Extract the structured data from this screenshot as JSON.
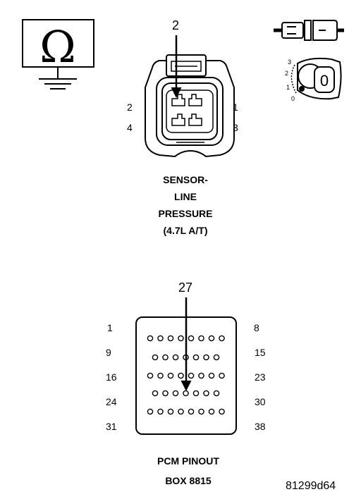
{
  "ohm_symbol": {
    "glyph": "Ω",
    "icon": "ohmmeter-ground-icon"
  },
  "ignition_icons": {
    "connector_icon": "disconnected-connector-icon",
    "key_icon": "ignition-key-off-icon",
    "key_positions": [
      "3",
      "2",
      "1",
      "0"
    ],
    "key_glyph": "0"
  },
  "sensor_connector": {
    "callout_pin": "2",
    "pin_labels": {
      "top_left": "2",
      "top_right": "1",
      "bottom_left": "4",
      "bottom_right": "3"
    },
    "caption": [
      "SENSOR-",
      "LINE",
      "PRESSURE",
      "(4.7L A/T)"
    ]
  },
  "pcm_connector": {
    "callout_pin": "27",
    "row_labels_left": [
      "1",
      "9",
      "16",
      "24",
      "31"
    ],
    "row_labels_right": [
      "8",
      "15",
      "23",
      "30",
      "38"
    ],
    "row_pin_counts": [
      8,
      7,
      8,
      7,
      8
    ],
    "highlighted_pin": {
      "row": 3,
      "col": 3
    },
    "caption": [
      "PCM PINOUT",
      "BOX 8815"
    ]
  },
  "figure_id": "81299d64"
}
